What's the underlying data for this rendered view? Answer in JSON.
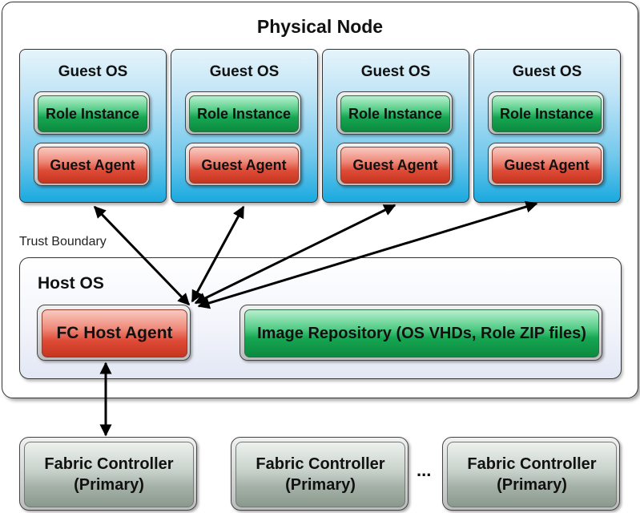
{
  "physical_node": {
    "title": "Physical Node"
  },
  "guests": [
    {
      "title": "Guest OS",
      "role": "Role Instance",
      "agent": "Guest Agent"
    },
    {
      "title": "Guest OS",
      "role": "Role Instance",
      "agent": "Guest Agent"
    },
    {
      "title": "Guest OS",
      "role": "Role Instance",
      "agent": "Guest Agent"
    },
    {
      "title": "Guest OS",
      "role": "Role Instance",
      "agent": "Guest Agent"
    }
  ],
  "trust_boundary": "Trust Boundary",
  "host_os": {
    "title": "Host OS",
    "fc_host_agent": "FC Host Agent",
    "image_repository": "Image Repository (OS VHDs, Role ZIP files)"
  },
  "fabric_controllers": [
    {
      "line1": "Fabric Controller",
      "line2": "(Primary)"
    },
    {
      "line1": "Fabric Controller",
      "line2": "(Primary)"
    },
    {
      "line1": "Fabric Controller",
      "line2": "(Primary)"
    }
  ],
  "ellipsis": "...",
  "colors": {
    "guest_blue": "#1aa9df",
    "role_green": "#16a652",
    "agent_red": "#de4c38",
    "fabric_gray": "#a3b0a6"
  }
}
